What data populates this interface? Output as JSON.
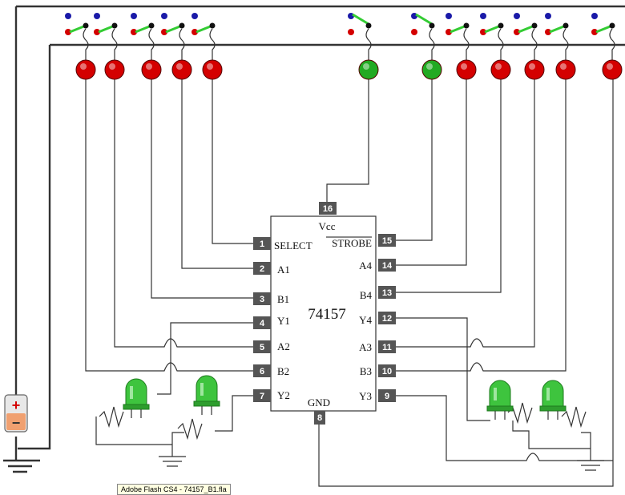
{
  "chip": {
    "name": "74157",
    "pins": [
      {
        "num": "1",
        "label": "SELECT"
      },
      {
        "num": "2",
        "label": "A1"
      },
      {
        "num": "3",
        "label": "B1"
      },
      {
        "num": "4",
        "label": "Y1"
      },
      {
        "num": "5",
        "label": "A2"
      },
      {
        "num": "6",
        "label": "B2"
      },
      {
        "num": "7",
        "label": "Y2"
      },
      {
        "num": "8",
        "label": "GND"
      },
      {
        "num": "9",
        "label": "Y3"
      },
      {
        "num": "10",
        "label": "B3"
      },
      {
        "num": "11",
        "label": "A3"
      },
      {
        "num": "12",
        "label": "Y4"
      },
      {
        "num": "13",
        "label": "B4"
      },
      {
        "num": "14",
        "label": "A4"
      },
      {
        "num": "15",
        "label": "STROBE"
      },
      {
        "num": "16",
        "label": "Vcc"
      }
    ]
  },
  "input_indicators": [
    "red",
    "red",
    "red",
    "red",
    "red",
    "green",
    "green",
    "red",
    "red",
    "red",
    "red",
    "red"
  ],
  "output_leds": [
    "Y1",
    "Y2",
    "Y3",
    "Y4"
  ],
  "battery": {
    "plus": "+",
    "minus": "−"
  },
  "colors": {
    "red_indicator": "#d40000",
    "green_indicator": "#22aa22",
    "led": "#3ec43e",
    "pin_box": "#555555",
    "switch_arm": "#33cc33"
  },
  "tooltip_text": "Adobe Flash CS4 - 74157_B1.fla"
}
